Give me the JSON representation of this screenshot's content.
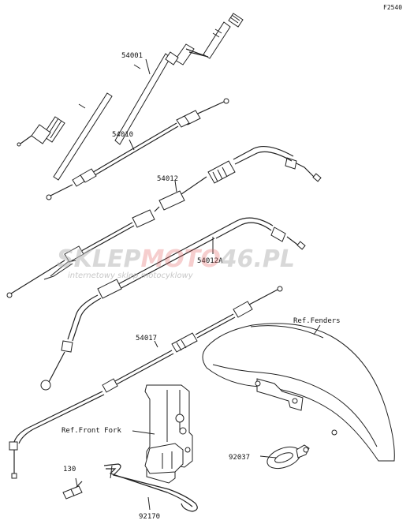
{
  "figure_code": "F2540",
  "parts": [
    {
      "number": "54001"
    },
    {
      "number": "54010"
    },
    {
      "number": "54012"
    },
    {
      "number": "54012A"
    },
    {
      "number": "54017"
    },
    {
      "number": "92037"
    },
    {
      "number": "130"
    },
    {
      "number": "92170"
    }
  ],
  "references": {
    "fenders": "Ref.Fenders",
    "front_fork": "Ref.Front Fork"
  },
  "watermark": {
    "brand_left": "SKLEP",
    "brand_mid": "MOTO",
    "brand_right": "46.PL",
    "tagline": "internetowy sklep motocyklowy"
  }
}
